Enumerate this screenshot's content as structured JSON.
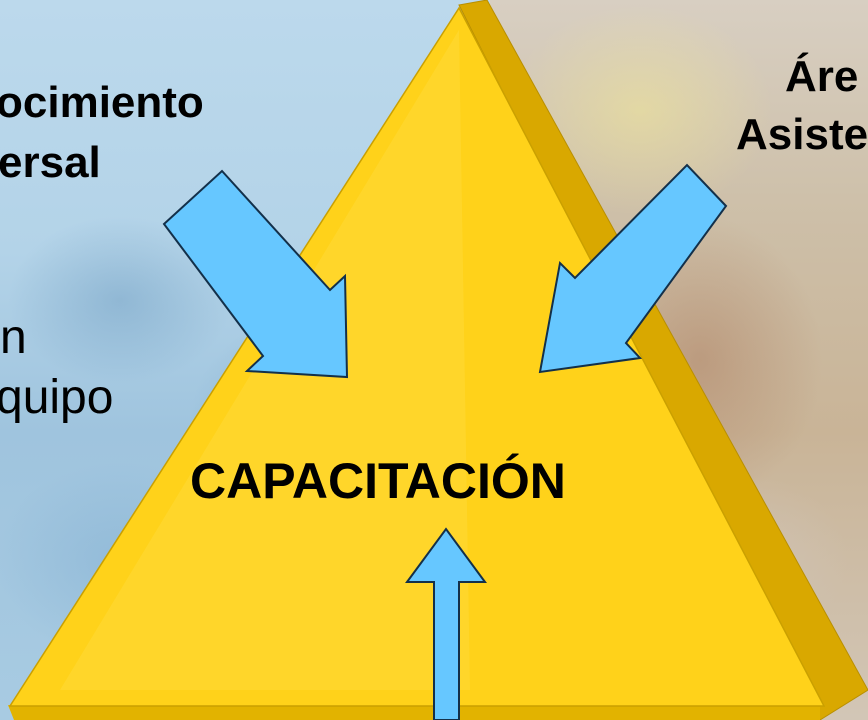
{
  "left_text": {
    "line1": "ocimiento",
    "line2": "ersal",
    "line3": "n",
    "line4": "quipo"
  },
  "right_text": {
    "line1": "Áre",
    "line2": "Asiste"
  },
  "center_label": "CAPACITACIÓN",
  "colors": {
    "triangle_face": "#ffd21a",
    "triangle_edge": "#d4a400",
    "arrow_fill": "#66c7ff",
    "arrow_stroke": "#13304a"
  }
}
